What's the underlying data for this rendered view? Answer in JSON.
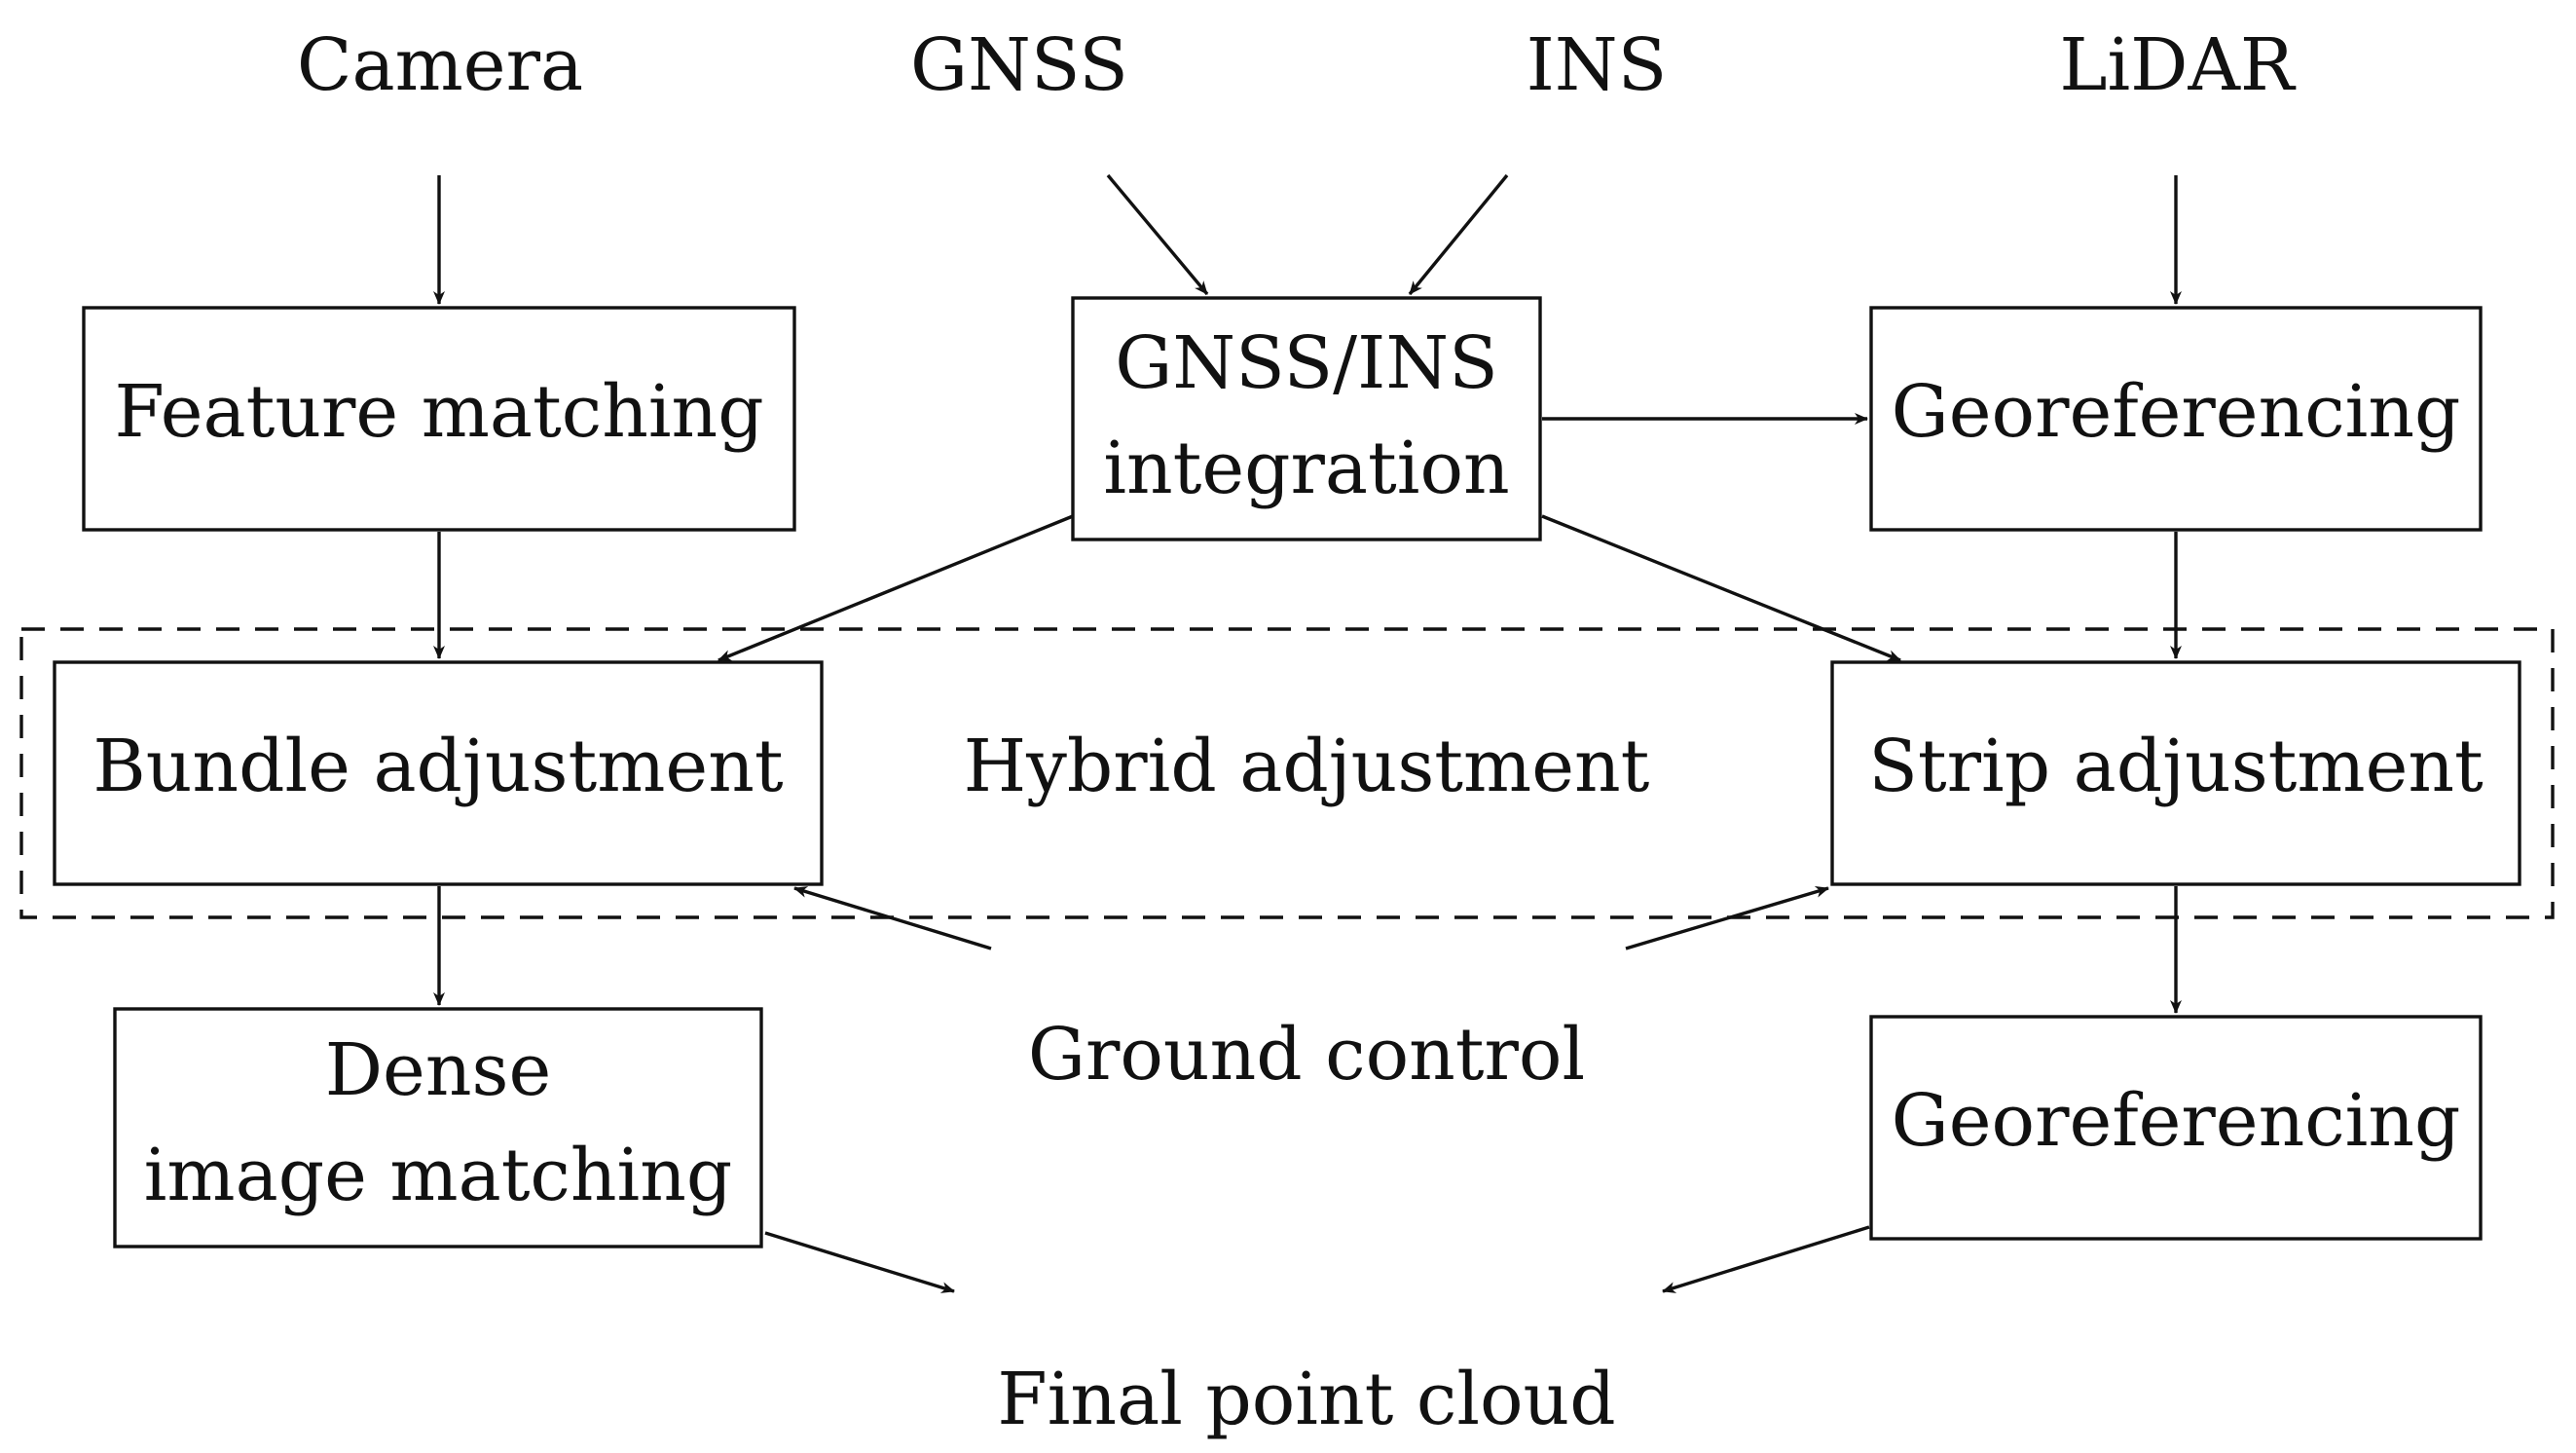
{
  "diagram": {
    "sensors": {
      "camera": "Camera",
      "gnss": "GNSS",
      "ins": "INS",
      "lidar": "LiDAR"
    },
    "boxes": {
      "feature_matching": "Feature matching",
      "gnss_ins_line1": "GNSS/INS",
      "gnss_ins_line2": "integration",
      "georeferencing_top": "Georeferencing",
      "bundle_adjustment": "Bundle adjustment",
      "strip_adjustment": "Strip adjustment",
      "dense_line1": "Dense",
      "dense_line2": "image matching",
      "georeferencing_bottom": "Georeferencing"
    },
    "labels": {
      "hybrid_adjustment": "Hybrid adjustment",
      "ground_control": "Ground control",
      "final_point_cloud": "Final point cloud"
    },
    "colors": {
      "line": "#111111",
      "text": "#111111",
      "background": "#ffffff"
    }
  }
}
